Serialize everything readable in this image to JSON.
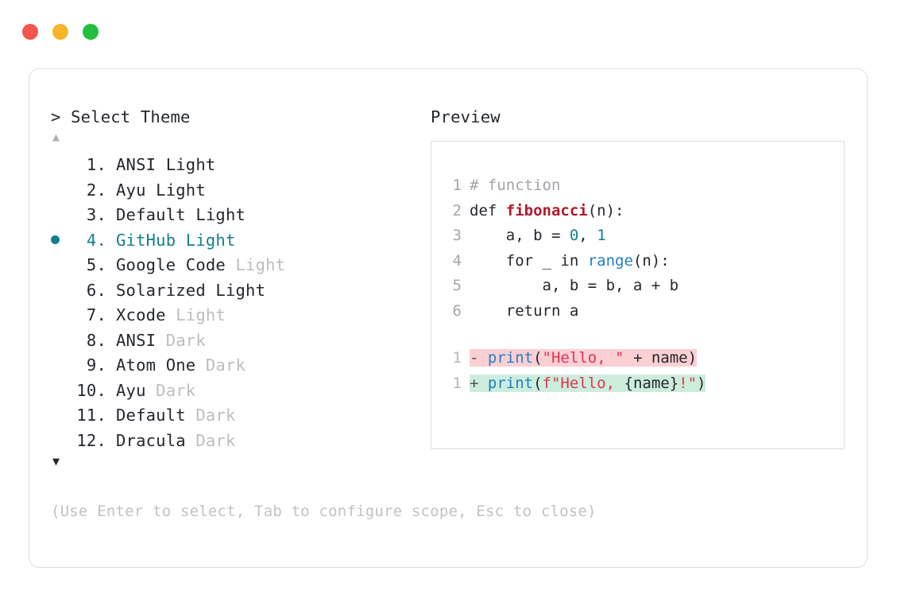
{
  "window": {
    "traffic_lights": [
      {
        "name": "close",
        "color": "#f4564e"
      },
      {
        "name": "minimize",
        "color": "#f6b62c"
      },
      {
        "name": "maximize",
        "color": "#21bf3d"
      }
    ]
  },
  "left_panel": {
    "prompt_header": "> Select Theme",
    "scroll_up_icon": "▲",
    "scroll_down_icon": "▼",
    "selected_index": 4,
    "accent_color": "#12808a",
    "themes": [
      {
        "index": "1.",
        "name": "ANSI",
        "variant": "Light",
        "variant_muted": false,
        "selected": false
      },
      {
        "index": "2.",
        "name": "Ayu",
        "variant": "Light",
        "variant_muted": false,
        "selected": false
      },
      {
        "index": "3.",
        "name": "Default",
        "variant": "Light",
        "variant_muted": false,
        "selected": false
      },
      {
        "index": "4.",
        "name": "GitHub",
        "variant": "Light",
        "variant_muted": false,
        "selected": true
      },
      {
        "index": "5.",
        "name": "Google Code",
        "variant": "Light",
        "variant_muted": true,
        "selected": false
      },
      {
        "index": "6.",
        "name": "Solarized",
        "variant": "Light",
        "variant_muted": false,
        "selected": false
      },
      {
        "index": "7.",
        "name": "Xcode",
        "variant": "Light",
        "variant_muted": true,
        "selected": false
      },
      {
        "index": "8.",
        "name": "ANSI",
        "variant": "Dark",
        "variant_muted": true,
        "selected": false
      },
      {
        "index": "9.",
        "name": "Atom One",
        "variant": "Dark",
        "variant_muted": true,
        "selected": false
      },
      {
        "index": "10.",
        "name": "Ayu",
        "variant": "Dark",
        "variant_muted": true,
        "selected": false
      },
      {
        "index": "11.",
        "name": "Default",
        "variant": "Dark",
        "variant_muted": true,
        "selected": false
      },
      {
        "index": "12.",
        "name": "Dracula",
        "variant": "Dark",
        "variant_muted": true,
        "selected": false
      }
    ],
    "hint": "(Use Enter to select, Tab to configure scope, Esc to close)"
  },
  "right_panel": {
    "title": "Preview",
    "code_lines": [
      {
        "ln": "1",
        "tokens": [
          {
            "t": "# function",
            "c": "tok-comment"
          }
        ]
      },
      {
        "ln": "2",
        "tokens": [
          {
            "t": "def ",
            "c": "tok-plain"
          },
          {
            "t": "fibonacci",
            "c": "tok-func"
          },
          {
            "t": "(n):",
            "c": "tok-plain"
          }
        ]
      },
      {
        "ln": "3",
        "tokens": [
          {
            "t": "    a, b = ",
            "c": "tok-plain"
          },
          {
            "t": "0",
            "c": "tok-num"
          },
          {
            "t": ", ",
            "c": "tok-plain"
          },
          {
            "t": "1",
            "c": "tok-num"
          }
        ]
      },
      {
        "ln": "4",
        "tokens": [
          {
            "t": "    for _ in ",
            "c": "tok-plain"
          },
          {
            "t": "range",
            "c": "tok-builtin"
          },
          {
            "t": "(n):",
            "c": "tok-plain"
          }
        ]
      },
      {
        "ln": "5",
        "tokens": [
          {
            "t": "        a, b = b, a + b",
            "c": "tok-plain"
          }
        ]
      },
      {
        "ln": "6",
        "tokens": [
          {
            "t": "    return a",
            "c": "tok-plain"
          }
        ]
      }
    ],
    "diff_lines": [
      {
        "ln": "1",
        "kind": "del",
        "sign": "- ",
        "tokens": [
          {
            "t": "print",
            "c": "tok-builtin"
          },
          {
            "t": "(",
            "c": "tok-plain"
          },
          {
            "t": "\"Hello, \"",
            "c": "tok-str"
          },
          {
            "t": " + name)",
            "c": "tok-plain"
          }
        ]
      },
      {
        "ln": "1",
        "kind": "add",
        "sign": "+ ",
        "tokens": [
          {
            "t": "print",
            "c": "tok-builtin"
          },
          {
            "t": "(",
            "c": "tok-plain"
          },
          {
            "t": "f\"Hello, ",
            "c": "tok-str"
          },
          {
            "t": "{name}",
            "c": "tok-plain"
          },
          {
            "t": "!\"",
            "c": "tok-str"
          },
          {
            "t": ")",
            "c": "tok-plain"
          }
        ]
      }
    ],
    "diff_colors": {
      "removed_bg": "#fbcfd3",
      "added_bg": "#cdeddc"
    }
  }
}
